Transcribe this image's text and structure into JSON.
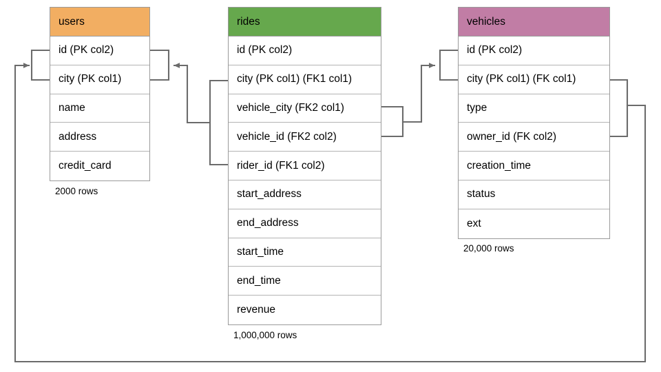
{
  "diagram": {
    "title": "database-schema-er-diagram",
    "type": "entity-relationship-diagram",
    "colors": {
      "users_header": "#F2AE62",
      "rides_header": "#66A84D",
      "vehicles_header": "#C17DA5",
      "border": "#9a9a9a",
      "row_border": "#b3b3b3",
      "connector": "#6b6b6b",
      "text": "#000000",
      "background": "#ffffff"
    },
    "tables": [
      {
        "id": "users",
        "name": "users",
        "header_color": "#F2AE62",
        "row_count_label": "2000 rows",
        "columns": [
          "id (PK col2)",
          "city (PK col1)",
          "name",
          "address",
          "credit_card"
        ]
      },
      {
        "id": "rides",
        "name": "rides",
        "header_color": "#66A84D",
        "row_count_label": "1,000,000 rows",
        "columns": [
          "id (PK col2)",
          "city (PK col1) (FK1 col1)",
          "vehicle_city (FK2 col1)",
          "vehicle_id (FK2 col2)",
          "rider_id (FK1 col2)",
          "start_address",
          "end_address",
          "start_time",
          "end_time",
          "revenue"
        ]
      },
      {
        "id": "vehicles",
        "name": "vehicles",
        "header_color": "#C17DA5",
        "row_count_label": "20,000 rows",
        "columns": [
          "id (PK col2)",
          "city (PK col1) (FK col1)",
          "type",
          "owner_id (FK col2)",
          "creation_time",
          "status",
          "ext"
        ]
      }
    ],
    "relationships": [
      {
        "id": "rides-fk1-users",
        "from_table": "rides",
        "from_columns": [
          "city (PK col1) (FK1 col1)",
          "rider_id (FK1 col2)"
        ],
        "to_table": "users",
        "to_columns": [
          "id (PK col2)",
          "city (PK col1)"
        ],
        "label": "FK1"
      },
      {
        "id": "rides-fk2-vehicles",
        "from_table": "rides",
        "from_columns": [
          "vehicle_city (FK2 col1)",
          "vehicle_id (FK2 col2)"
        ],
        "to_table": "vehicles",
        "to_columns": [
          "id (PK col2)",
          "city (PK col1) (FK col1)"
        ],
        "label": "FK2"
      },
      {
        "id": "vehicles-fk-users",
        "from_table": "vehicles",
        "from_columns": [
          "city (PK col1) (FK col1)",
          "owner_id (FK col2)"
        ],
        "to_table": "users",
        "to_columns": [
          "id (PK col2)",
          "city (PK col1)"
        ],
        "label": "FK"
      }
    ]
  }
}
